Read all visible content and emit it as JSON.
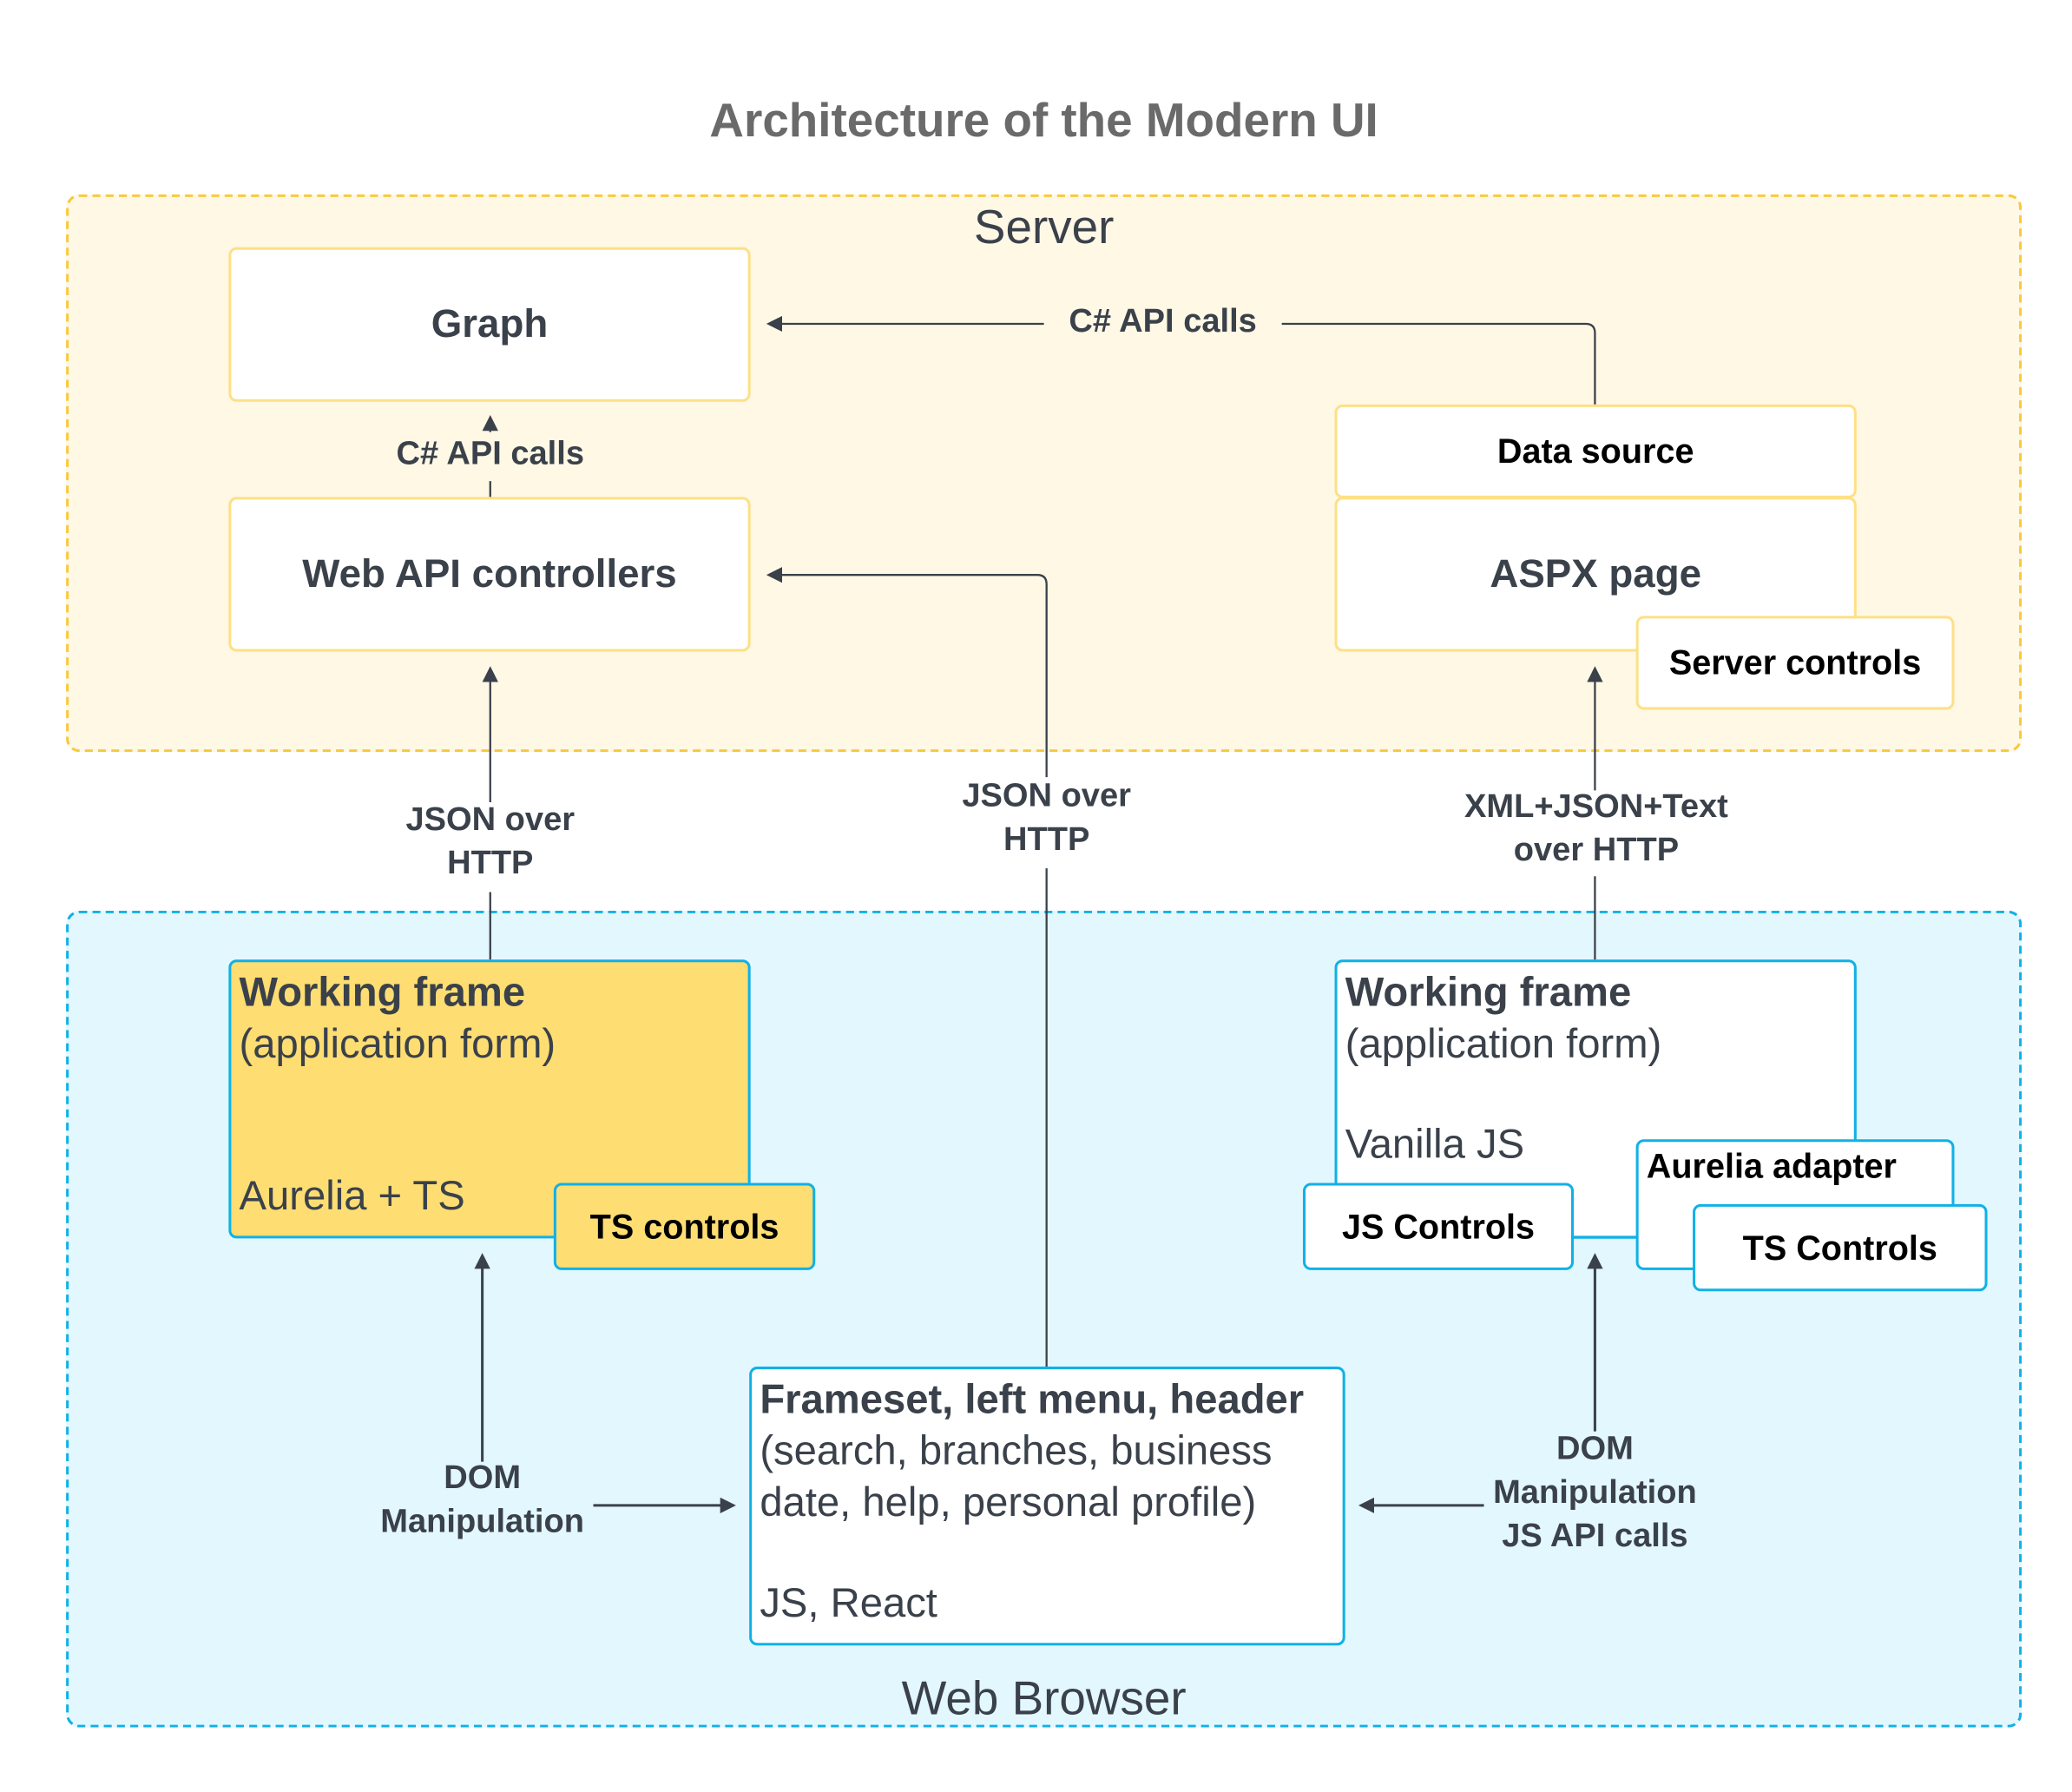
{
  "title": "Architecture of the Modern UI",
  "zones": {
    "server": "Server",
    "browser": "Web Browser"
  },
  "server_nodes": {
    "graph": "Graph",
    "web_api": "Web API controllers",
    "data_source": "Data source",
    "aspx_page": "ASPX page",
    "server_controls": "Server controls"
  },
  "browser_nodes": {
    "left_frame": {
      "heading": "Working frame",
      "subtitle": "(application form)",
      "tech": "Aurelia + TS",
      "controls": "TS controls"
    },
    "right_frame": {
      "heading": "Working frame",
      "subtitle": "(application form)",
      "tech": "Vanilla JS",
      "js_controls": "JS Controls",
      "aurelia_adapter": "Aurelia adapter",
      "ts_controls": "TS Controls"
    },
    "frameset": {
      "heading": "Frameset, left menu, header",
      "line1": "(search, branches, business",
      "line2": "date, help, personal profile)",
      "tech": "JS, React"
    }
  },
  "edges": {
    "aspx_to_graph": "C# API calls",
    "webapi_to_graph": "C# API calls",
    "left_json": [
      "JSON over",
      "HTTP"
    ],
    "mid_json": [
      "JSON over",
      "HTTP"
    ],
    "right_xml": [
      "XML+JSON+Text",
      "over HTTP"
    ],
    "left_dom": [
      "DOM",
      "Manipulation"
    ],
    "right_dom": [
      "DOM",
      "Manipulation",
      "JS API calls"
    ]
  },
  "colors": {
    "server_fill": "#fef8e5",
    "server_border": "#f9c93c",
    "browser_fill": "#e3f7fe",
    "browser_border": "#10b1e6",
    "highlight_fill": "#fedd72",
    "arrow": "#3a414a"
  }
}
